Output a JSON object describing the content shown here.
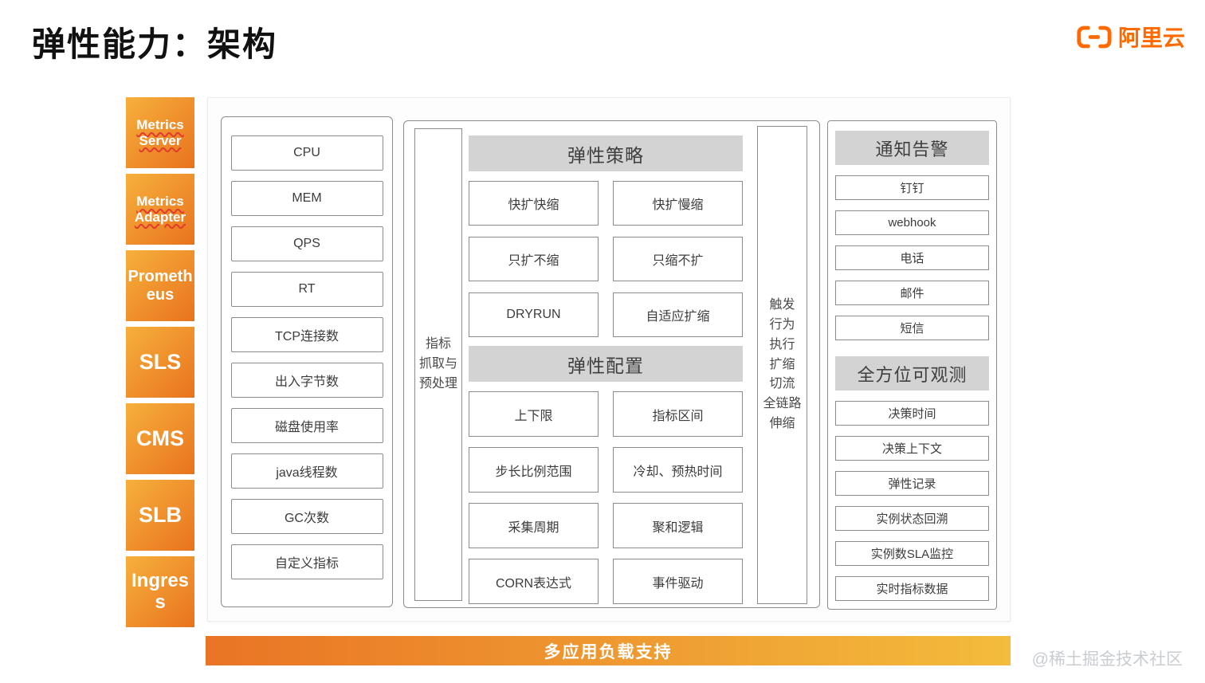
{
  "page": {
    "title": "弹性能力：架构",
    "watermark": "@稀土掘金技术社区"
  },
  "logo": {
    "brand": "阿里云"
  },
  "sidebar": {
    "items": [
      {
        "label": "Metrics Server"
      },
      {
        "label": "Metrics Adapter"
      },
      {
        "label": "Prometheus"
      },
      {
        "label": "SLS"
      },
      {
        "label": "CMS"
      },
      {
        "label": "SLB"
      },
      {
        "label": "Ingress"
      }
    ]
  },
  "metrics_panel": {
    "items": [
      "CPU",
      "MEM",
      "QPS",
      "RT",
      "TCP连接数",
      "出入字节数",
      "磁盘使用率",
      "java线程数",
      "GC次数",
      "自定义指标"
    ]
  },
  "pipeline": {
    "left_vertical_lines": [
      "指标",
      "抓取与",
      "预处理"
    ],
    "policy": {
      "title": "弹性策略",
      "items": [
        "快扩快缩",
        "快扩慢缩",
        "只扩不缩",
        "只缩不扩",
        "DRYRUN",
        "自适应扩缩"
      ]
    },
    "config": {
      "title": "弹性配置",
      "items": [
        "上下限",
        "指标区间",
        "步长比例范围",
        "冷却、预热时间",
        "采集周期",
        "聚和逻辑",
        "CORN表达式",
        "事件驱动"
      ]
    },
    "right_vertical_lines": [
      "触发",
      "行为",
      "执行",
      "扩缩",
      "切流",
      "全链路",
      "伸缩"
    ]
  },
  "right_panel": {
    "notify": {
      "title": "通知告警",
      "items": [
        "钉钉",
        "webhook",
        "电话",
        "邮件",
        "短信"
      ]
    },
    "observe": {
      "title": "全方位可观测",
      "items": [
        "决策时间",
        "决策上下文",
        "弹性记录",
        "实例状态回溯",
        "实例数SLA监控",
        "实时指标数据"
      ]
    }
  },
  "bottom_bar": {
    "label": "多应用负载支持"
  },
  "colors": {
    "brand_orange": "#FF6A00",
    "sidebar_gradient_start": "#F6B03C",
    "sidebar_gradient_end": "#E9731E",
    "bottom_bar_gradient_start": "#E97425",
    "bottom_bar_gradient_end": "#F3BC3C",
    "section_header_gray": "#D3D3D3",
    "box_border_gray": "#8C8C8C"
  }
}
